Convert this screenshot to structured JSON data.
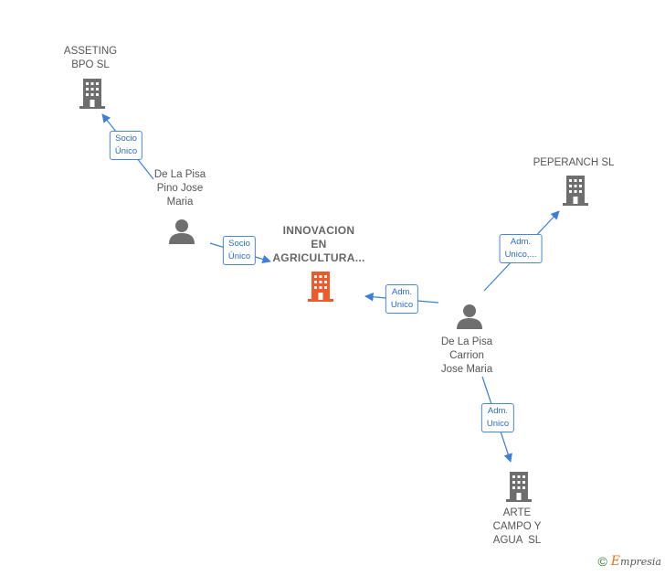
{
  "nodes": {
    "innovacion": {
      "lines": [
        "INNOVACION",
        "EN",
        "AGRICULTURA..."
      ],
      "type": "company",
      "color": "#ee5a2a"
    },
    "asseting": {
      "lines": [
        "ASSETING",
        "BPO SL"
      ],
      "type": "company",
      "color": "#6e6e6e"
    },
    "peperanch": {
      "lines": [
        "PEPERANCH SL"
      ],
      "type": "company",
      "color": "#6e6e6e"
    },
    "arte": {
      "lines": [
        "ARTE",
        "CAMPO Y",
        "AGUA  SL"
      ],
      "type": "company",
      "color": "#6e6e6e"
    },
    "pino": {
      "lines": [
        "De La Pisa",
        "Pino Jose",
        "Maria"
      ],
      "type": "person",
      "color": "#6e6e6e"
    },
    "carrion": {
      "lines": [
        "De La Pisa",
        "Carrion",
        "Jose Maria"
      ],
      "type": "person",
      "color": "#6e6e6e"
    }
  },
  "edges": {
    "pino_asseting": [
      "Socio",
      "Único"
    ],
    "pino_innovacion": [
      "Socio",
      "Único"
    ],
    "carrion_innovacion": [
      "Adm.",
      "Unico"
    ],
    "carrion_peperanch": [
      "Adm.",
      "Unico,..."
    ],
    "carrion_arte": [
      "Adm.",
      "Unico"
    ]
  },
  "colors": {
    "edge": "#3d7fd6",
    "edge_label_text": "#2b6cc4"
  },
  "brand": {
    "symbol": "©",
    "first_letter": "E",
    "rest": "mpresia"
  }
}
